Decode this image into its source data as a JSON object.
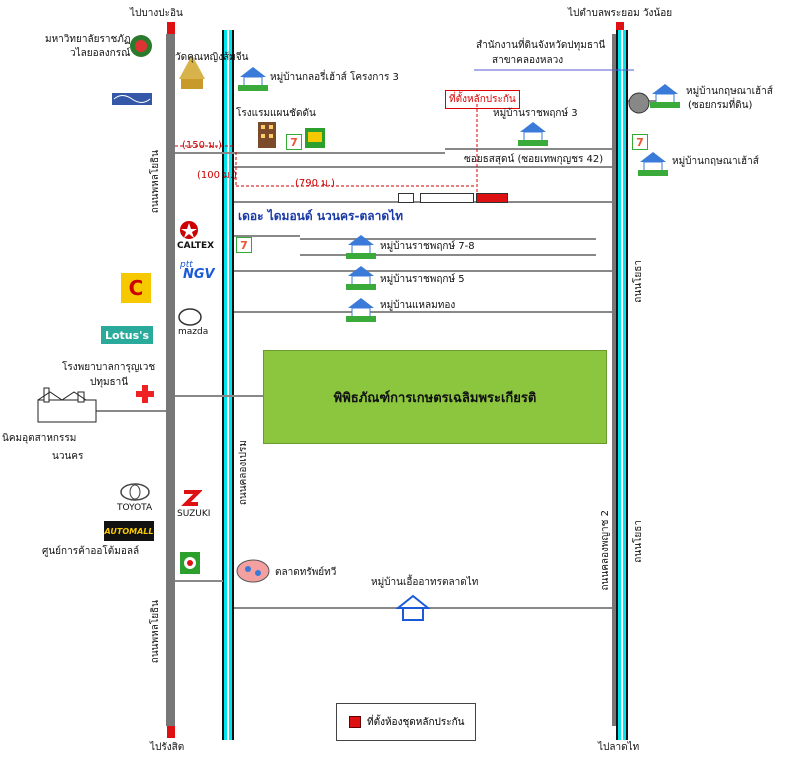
{
  "directions": {
    "top_left": "ไปบางปะอิน",
    "top_right": "ไปตำบลพระยอม วังน้อย",
    "bottom_left": "ไปรังสิต",
    "bottom_right": "ไปลาดไท"
  },
  "roads": {
    "phahonyothin_top": "ถนนพหลโยธิน",
    "phahonyothin_bottom": "ถนนพหลโยธิน",
    "canal_road": "ถนนคลองเปรม",
    "khlong_2": "ถนนคลองพญาช 2",
    "right_top": "ถนนโยธา",
    "right_bottom": "ถนนโยธา"
  },
  "labels": {
    "university": [
      "มหาวิทยาลัยราชภัฏ",
      "วไลยอลงกรณ์"
    ],
    "temple": "วัดคุณหญิงส้มจีน",
    "hotel": "โรงแรมแผนชัดดัน",
    "village_glory": "หมู่บ้านกลอรี่เฮ้าส์ โครงการ 3",
    "land_office": [
      "สำนักงานที่ดินจังหวัดปทุมธานี",
      "สาขาคลองหลวง"
    ],
    "kritsana_1": [
      "หมู่บ้านกฤษณาเฮ้าส์",
      "(ซอยกรมที่ดิน)"
    ],
    "kritsana_2": "หมู่บ้านกฤษณาเฮ้าส์",
    "collateral_site": "ที่ตั้งหลักประกัน",
    "ratchaphruk_3": "หมู่บ้านราชพฤกษ์ 3",
    "soi": "ซอยธสสุดน์ (ซอยเทพกุญชร 42)",
    "dist_150": "(150 ม.)",
    "dist_100": "(100 ม.)",
    "dist_790": "(790 ม.)",
    "diamond": "เดอะ ไดมอนด์ นวนคร-ตลาดไท",
    "ratchaphruk_78": "หมู่บ้านราชพฤกษ์ 7-8",
    "ratchaphruk_5": "หมู่บ้านราชพฤกษ์ 5",
    "laemthong": "หมู่บ้านแหลมทอง",
    "museum": "พิพิธภัณฑ์การเกษตรเฉลิมพระเกียรติ",
    "hospital": [
      "โรงพยาบาลการุญเวช",
      "ปทุมธานี"
    ],
    "industrial": [
      "นิคมอุตสาหกรรม",
      "นวนคร"
    ],
    "automall_center": "ศูนย์การค้าออโต้มอลล์",
    "market": "ตลาดทรัพย์ทวี",
    "village_ua": "หมู่บ้านเอื้ออาทรตลาดไท",
    "legend": "ที่ตั้งห้องชุดหลักประกัน"
  },
  "brands": {
    "lotus": "Lotus's",
    "caltex": "CALTEX",
    "ptt": "ptt",
    "ngv": "NGV",
    "mazda": "mazda",
    "toyota": "TOYOTA",
    "suzuki": "SUZUKI",
    "automall": "AUTOMALL",
    "bigc": "C",
    "seven": "7"
  },
  "colors": {
    "canal": "#00e5f0",
    "park": "#8cc63f",
    "marker": "#d11111"
  }
}
